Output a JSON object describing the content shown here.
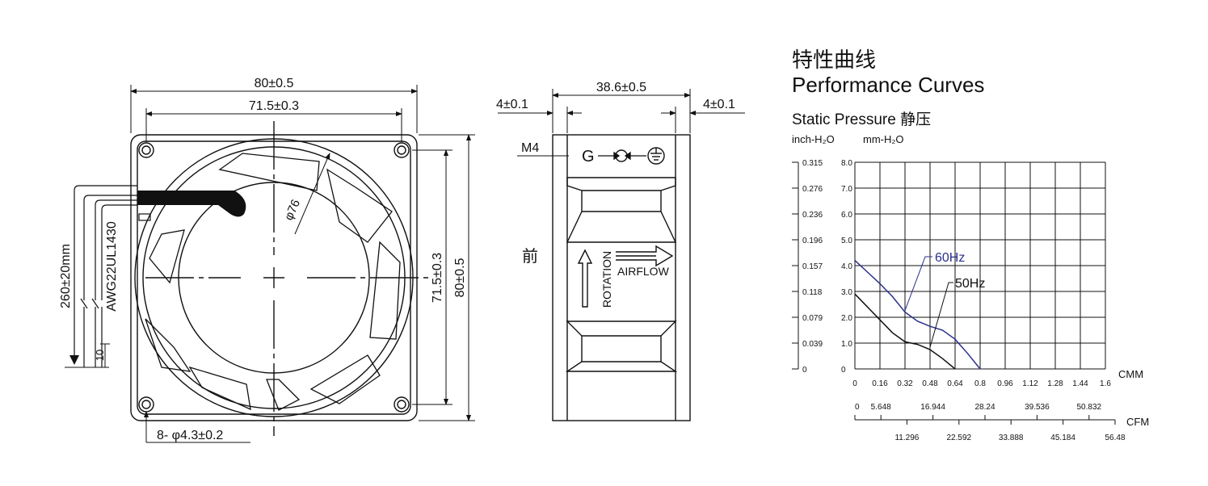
{
  "front_view": {
    "width_outer": "80±0.5",
    "width_holes": "71.5±0.3",
    "height_holes": "71.5±0.3",
    "height_outer": "80±0.5",
    "blade_diameter": "φ76",
    "mount_holes": "8- φ4.3±0.2",
    "lead_length": "260±20mm",
    "wire_spec": "AWG22UL1430",
    "strip_length": "10"
  },
  "side_view": {
    "depth": "38.6±0.5",
    "flange_left": "4±0.1",
    "flange_right": "4±0.1",
    "screw": "M4",
    "ground_label": "G",
    "front_label": "前",
    "rotation_label": "ROTATION",
    "airflow_label": "AIRFLOW"
  },
  "performance": {
    "title_cn": "特性曲线",
    "title_en": "Performance Curves",
    "static_pressure": "Static  Pressure 静压",
    "unit_inch": "inch-H₂O",
    "unit_mm": "mm-H₂O",
    "cmm_label": "CMM",
    "cfm_label": "CFM"
  },
  "chart_data": {
    "type": "line",
    "title": "Performance Curves",
    "xlabel": "CMM",
    "ylabel": "Static Pressure (mm-H₂O)",
    "xlim": [
      0,
      1.6
    ],
    "ylim": [
      0,
      8.0
    ],
    "grid": true,
    "x_ticks": [
      "0",
      "0.16",
      "0.32",
      "0.48",
      "0.64",
      "0.8",
      "0.96",
      "1.12",
      "1.28",
      "1.44",
      "1.6"
    ],
    "y_ticks_mm": [
      "0",
      "1.0",
      "2.0",
      "3.0",
      "4.0",
      "5.0",
      "6.0",
      "7.0",
      "8.0"
    ],
    "y_ticks_inch": [
      "0",
      "0.039",
      "0.079",
      "0.118",
      "0.157",
      "0.196",
      "0.236",
      "0.276",
      "0.315"
    ],
    "cfm_ticks_upper": [
      "0",
      "5.648",
      "16.944",
      "28.24",
      "39.536",
      "50.832"
    ],
    "cfm_ticks_lower": [
      "11.296",
      "22.592",
      "33.888",
      "45.184",
      "56.48"
    ],
    "series": [
      {
        "name": "60Hz",
        "color": "#2b2f8c",
        "x": [
          0,
          0.08,
          0.16,
          0.24,
          0.32,
          0.4,
          0.48,
          0.56,
          0.64,
          0.72,
          0.8
        ],
        "y": [
          4.2,
          3.75,
          3.3,
          2.8,
          2.2,
          1.85,
          1.65,
          1.5,
          1.15,
          0.6,
          0
        ]
      },
      {
        "name": "50Hz",
        "color": "#111111",
        "x": [
          0,
          0.08,
          0.16,
          0.24,
          0.32,
          0.4,
          0.48,
          0.56,
          0.64
        ],
        "y": [
          2.9,
          2.4,
          1.9,
          1.4,
          1.05,
          0.95,
          0.75,
          0.4,
          0
        ]
      }
    ]
  }
}
